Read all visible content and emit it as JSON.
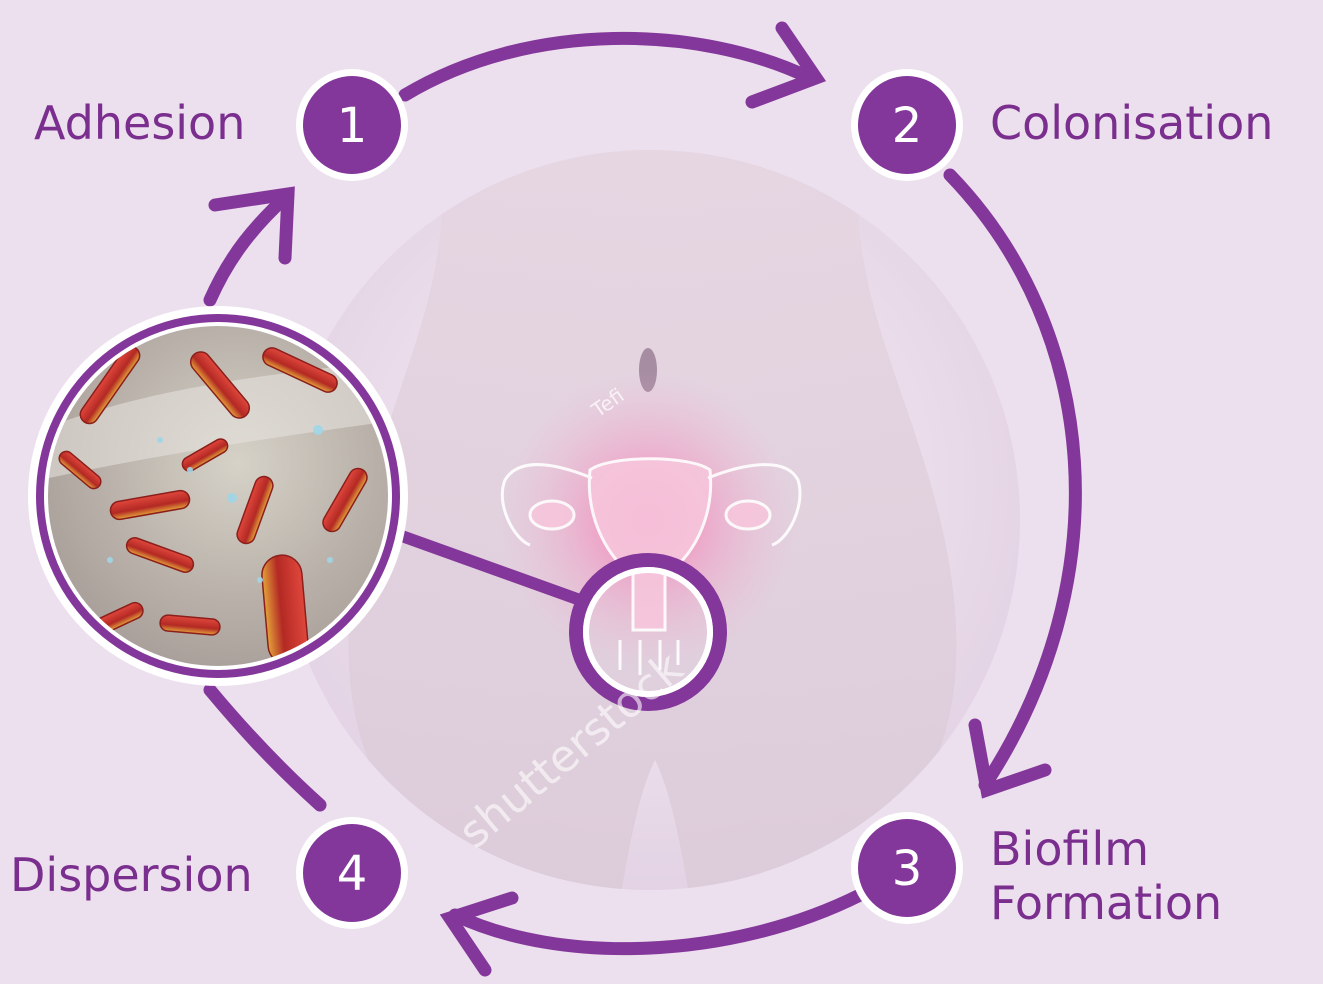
{
  "stages": [
    {
      "number": "1",
      "label": "Adhesion"
    },
    {
      "number": "2",
      "label": "Colonisation"
    },
    {
      "number": "3",
      "label_line1": "Biofilm",
      "label_line2": "Formation"
    },
    {
      "number": "4",
      "label": "Dispersion"
    }
  ],
  "watermarks": {
    "brand": "shutterstock",
    "author": "Tefi"
  },
  "colors": {
    "background": "#ecdfee",
    "accent_purple": "#7a2e8e",
    "badge_fill": "#84379a",
    "uterus_glow": "#f07ab0",
    "bacteria": "#c2332c"
  },
  "icons": [
    "cycle-arrow-icon",
    "bacteria-illustration",
    "uterus-illustration",
    "magnifier-circle-icon"
  ]
}
